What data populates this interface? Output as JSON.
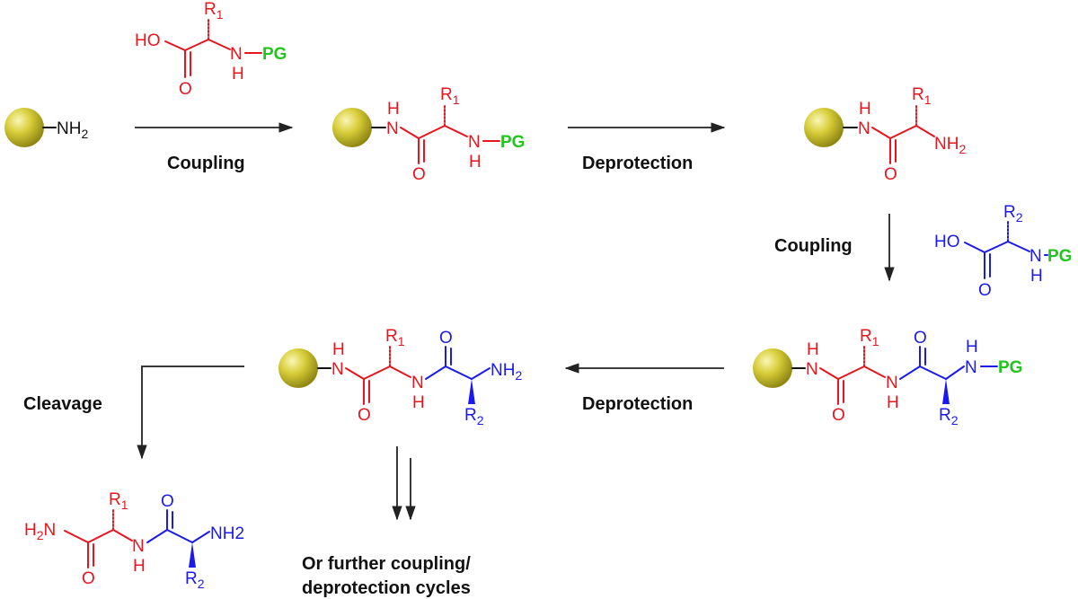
{
  "colors": {
    "residue1": "#e8141e",
    "residue2": "#1a1aee",
    "protecting_group": "#22c51e",
    "resin": "#c9c02a",
    "ink": "#111111"
  },
  "icons": [
    "resin-bead-icon",
    "reaction-arrow-icon"
  ],
  "steps": {
    "coupling_1": "Coupling",
    "deprotection_1": "Deprotection",
    "coupling_2": "Coupling",
    "deprotection_2": "Deprotection",
    "cleavage": "Cleavage"
  },
  "further": {
    "line1": "Or further coupling/",
    "line2": "deprotection  cycles"
  },
  "atoms": {
    "nh": "N",
    "h": "H",
    "o": "O",
    "ho": "HO",
    "pg": "PG",
    "r": "R",
    "nh2": "NH",
    "nh2_alt": "NH2",
    "h2n": "H",
    "h2n_n": "N",
    "two": "2",
    "one": "1"
  }
}
